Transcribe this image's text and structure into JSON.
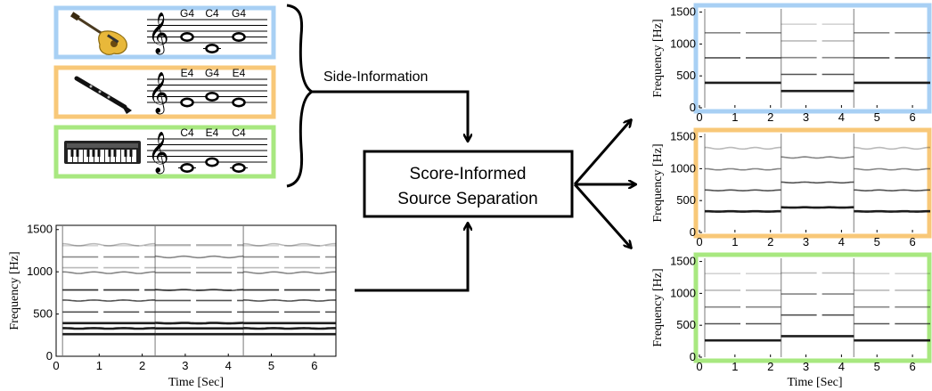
{
  "colors": {
    "guitar": "#a8d0f4",
    "clarinet": "#f8c878",
    "keyboard": "#a8e880"
  },
  "instruments": [
    {
      "name": "guitar",
      "icon": "electric-guitar-icon",
      "notes": [
        "G4",
        "C4",
        "G4"
      ]
    },
    {
      "name": "clarinet",
      "icon": "clarinet-icon",
      "notes": [
        "E4",
        "G4",
        "E4"
      ]
    },
    {
      "name": "keyboard",
      "icon": "keyboard-icon",
      "notes": [
        "C4",
        "E4",
        "C4"
      ]
    }
  ],
  "side_information_label": "Side-Information",
  "process_box": {
    "line1": "Score-Informed",
    "line2": "Source Separation"
  },
  "chart_data": [
    {
      "type": "heatmap",
      "name": "mixture",
      "xlabel": "Time [Sec]",
      "ylabel": "Frequency [Hz]",
      "xlim": [
        0,
        6.5
      ],
      "ylim": [
        0,
        1550
      ],
      "xticks": [
        0,
        1,
        2,
        3,
        4,
        5,
        6
      ],
      "yticks": [
        0,
        500,
        1000,
        1500
      ],
      "note_boundaries_sec": [
        0.15,
        2.3,
        4.35
      ]
    },
    {
      "type": "heatmap",
      "name": "guitar-source",
      "xlabel": "",
      "ylabel": "Frequency [Hz]",
      "xlim": [
        0,
        6.5
      ],
      "ylim": [
        0,
        1550
      ],
      "xticks": [
        0,
        1,
        2,
        3,
        4,
        5,
        6
      ],
      "yticks": [
        0,
        500,
        1000,
        1500
      ],
      "border_color": "#a8d0f4",
      "note_boundaries_sec": [
        0.15,
        2.3,
        4.35
      ]
    },
    {
      "type": "heatmap",
      "name": "clarinet-source",
      "xlabel": "",
      "ylabel": "Frequency [Hz]",
      "xlim": [
        0,
        6.5
      ],
      "ylim": [
        0,
        1550
      ],
      "xticks": [
        0,
        1,
        2,
        3,
        4,
        5,
        6
      ],
      "yticks": [
        0,
        500,
        1000,
        1500
      ],
      "border_color": "#f8c878",
      "note_boundaries_sec": [
        0.15,
        2.3,
        4.35
      ]
    },
    {
      "type": "heatmap",
      "name": "keyboard-source",
      "xlabel": "Time [Sec]",
      "ylabel": "Frequency [Hz]",
      "xlim": [
        0,
        6.5
      ],
      "ylim": [
        0,
        1550
      ],
      "xticks": [
        0,
        1,
        2,
        3,
        4,
        5,
        6
      ],
      "yticks": [
        0,
        500,
        1000,
        1500
      ],
      "border_color": "#a8e880",
      "note_boundaries_sec": [
        0.15,
        2.3,
        4.35
      ]
    }
  ]
}
